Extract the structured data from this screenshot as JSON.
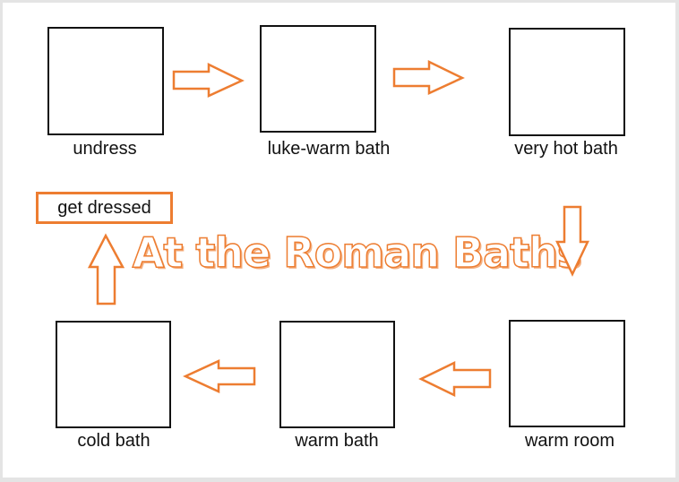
{
  "title": "At the Roman Baths",
  "steps": {
    "undress": "undress",
    "luke_warm": "luke-warm bath",
    "very_hot": "very hot bath",
    "warm_room": "warm room",
    "warm_bath": "warm bath",
    "cold_bath": "cold bath",
    "get_dressed": "get dressed"
  },
  "colors": {
    "accent": "#ed7d31"
  }
}
